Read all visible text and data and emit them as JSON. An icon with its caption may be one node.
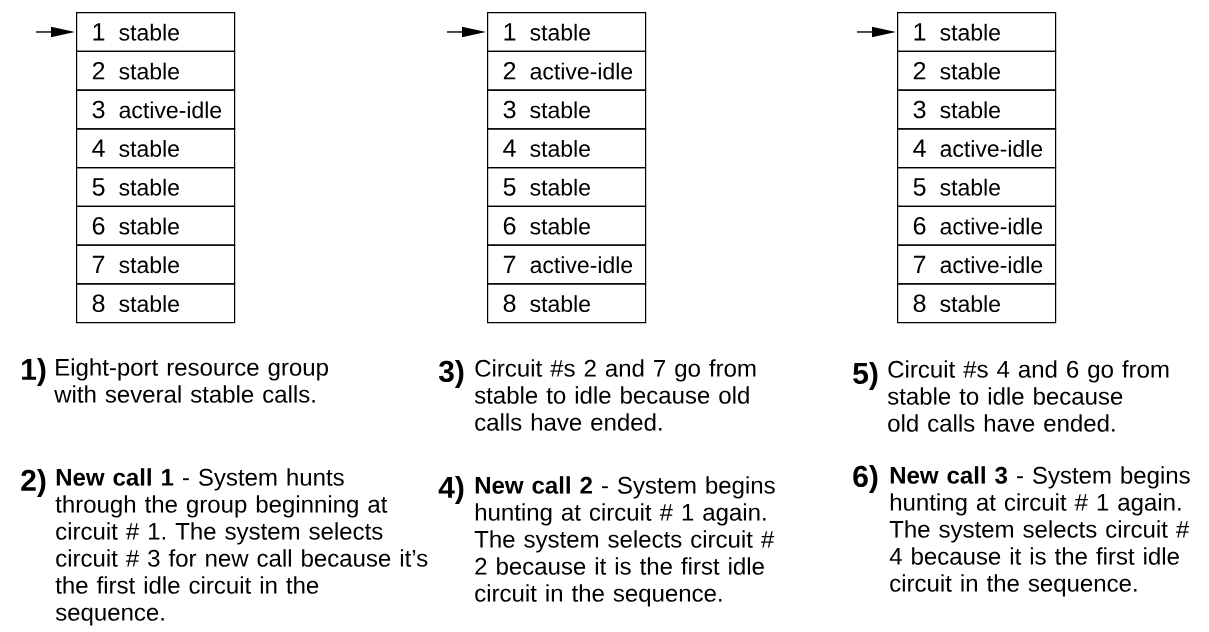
{
  "diagram": {
    "nodes": [
      {
        "text": [
          "1",
          "stable"
        ]
      },
      {
        "text": [
          "2",
          "stable"
        ]
      },
      {
        "text": [
          "3",
          "active-idle"
        ]
      },
      {
        "text": [
          "4",
          "stable"
        ]
      },
      {
        "text": [
          "5",
          "stable"
        ]
      },
      {
        "text": [
          "6",
          "stable"
        ]
      },
      {
        "text": [
          "7",
          "stable"
        ]
      },
      {
        "text": [
          "8",
          "stable"
        ]
      },
      {
        "text": [
          "1",
          "stable"
        ]
      },
      {
        "text": [
          "2",
          "active-idle"
        ]
      },
      {
        "text": [
          "3",
          "stable"
        ]
      },
      {
        "text": [
          "4",
          "stable"
        ]
      },
      {
        "text": [
          "5",
          "stable"
        ]
      },
      {
        "text": [
          "6",
          "stable"
        ]
      },
      {
        "text": [
          "7",
          "active-idle"
        ]
      },
      {
        "text": [
          "8",
          "stable"
        ]
      },
      {
        "text": [
          "1",
          "stable"
        ]
      },
      {
        "text": [
          "2",
          "stable"
        ]
      },
      {
        "text": [
          "3",
          "stable"
        ]
      },
      {
        "text": [
          "4",
          "active-idle"
        ]
      },
      {
        "text": [
          "5",
          "stable"
        ]
      },
      {
        "text": [
          "6",
          "active-idle"
        ]
      },
      {
        "text": [
          "7",
          "active-idle"
        ]
      },
      {
        "text": [
          "8",
          "stable"
        ]
      }
    ],
    "edges": [
      {
        "from": null,
        "to": 0,
        "arrow": "to"
      },
      {
        "from": null,
        "to": 8,
        "arrow": "to"
      },
      {
        "from": null,
        "to": 16,
        "arrow": "to"
      }
    ],
    "labels": [
      "1)",
      "Eight-port resource group with several stable calls.",
      "3)",
      "Circuit #s 2 and 7 go from stable to idle because old calls have ended.",
      "5)",
      "Circuit #s 4 and 6 go from stable to idle because old calls have ended.",
      "2)",
      "**New call 1** - System hunts through the group beginning at circuit # 1. The system selects circuit # 3 for new call because it’s the first idle circuit in the sequence.",
      "4)",
      "**New call 2** - System begins hunting at circuit # 1 again. The system selects circuit # 2 because it is the first idle circuit in the sequence.",
      "6)",
      "**New call 3** - System begins hunting at circuit # 1 again. The system selects circuit # 4 because it is the first idle circuit in the sequence."
    ]
  }
}
